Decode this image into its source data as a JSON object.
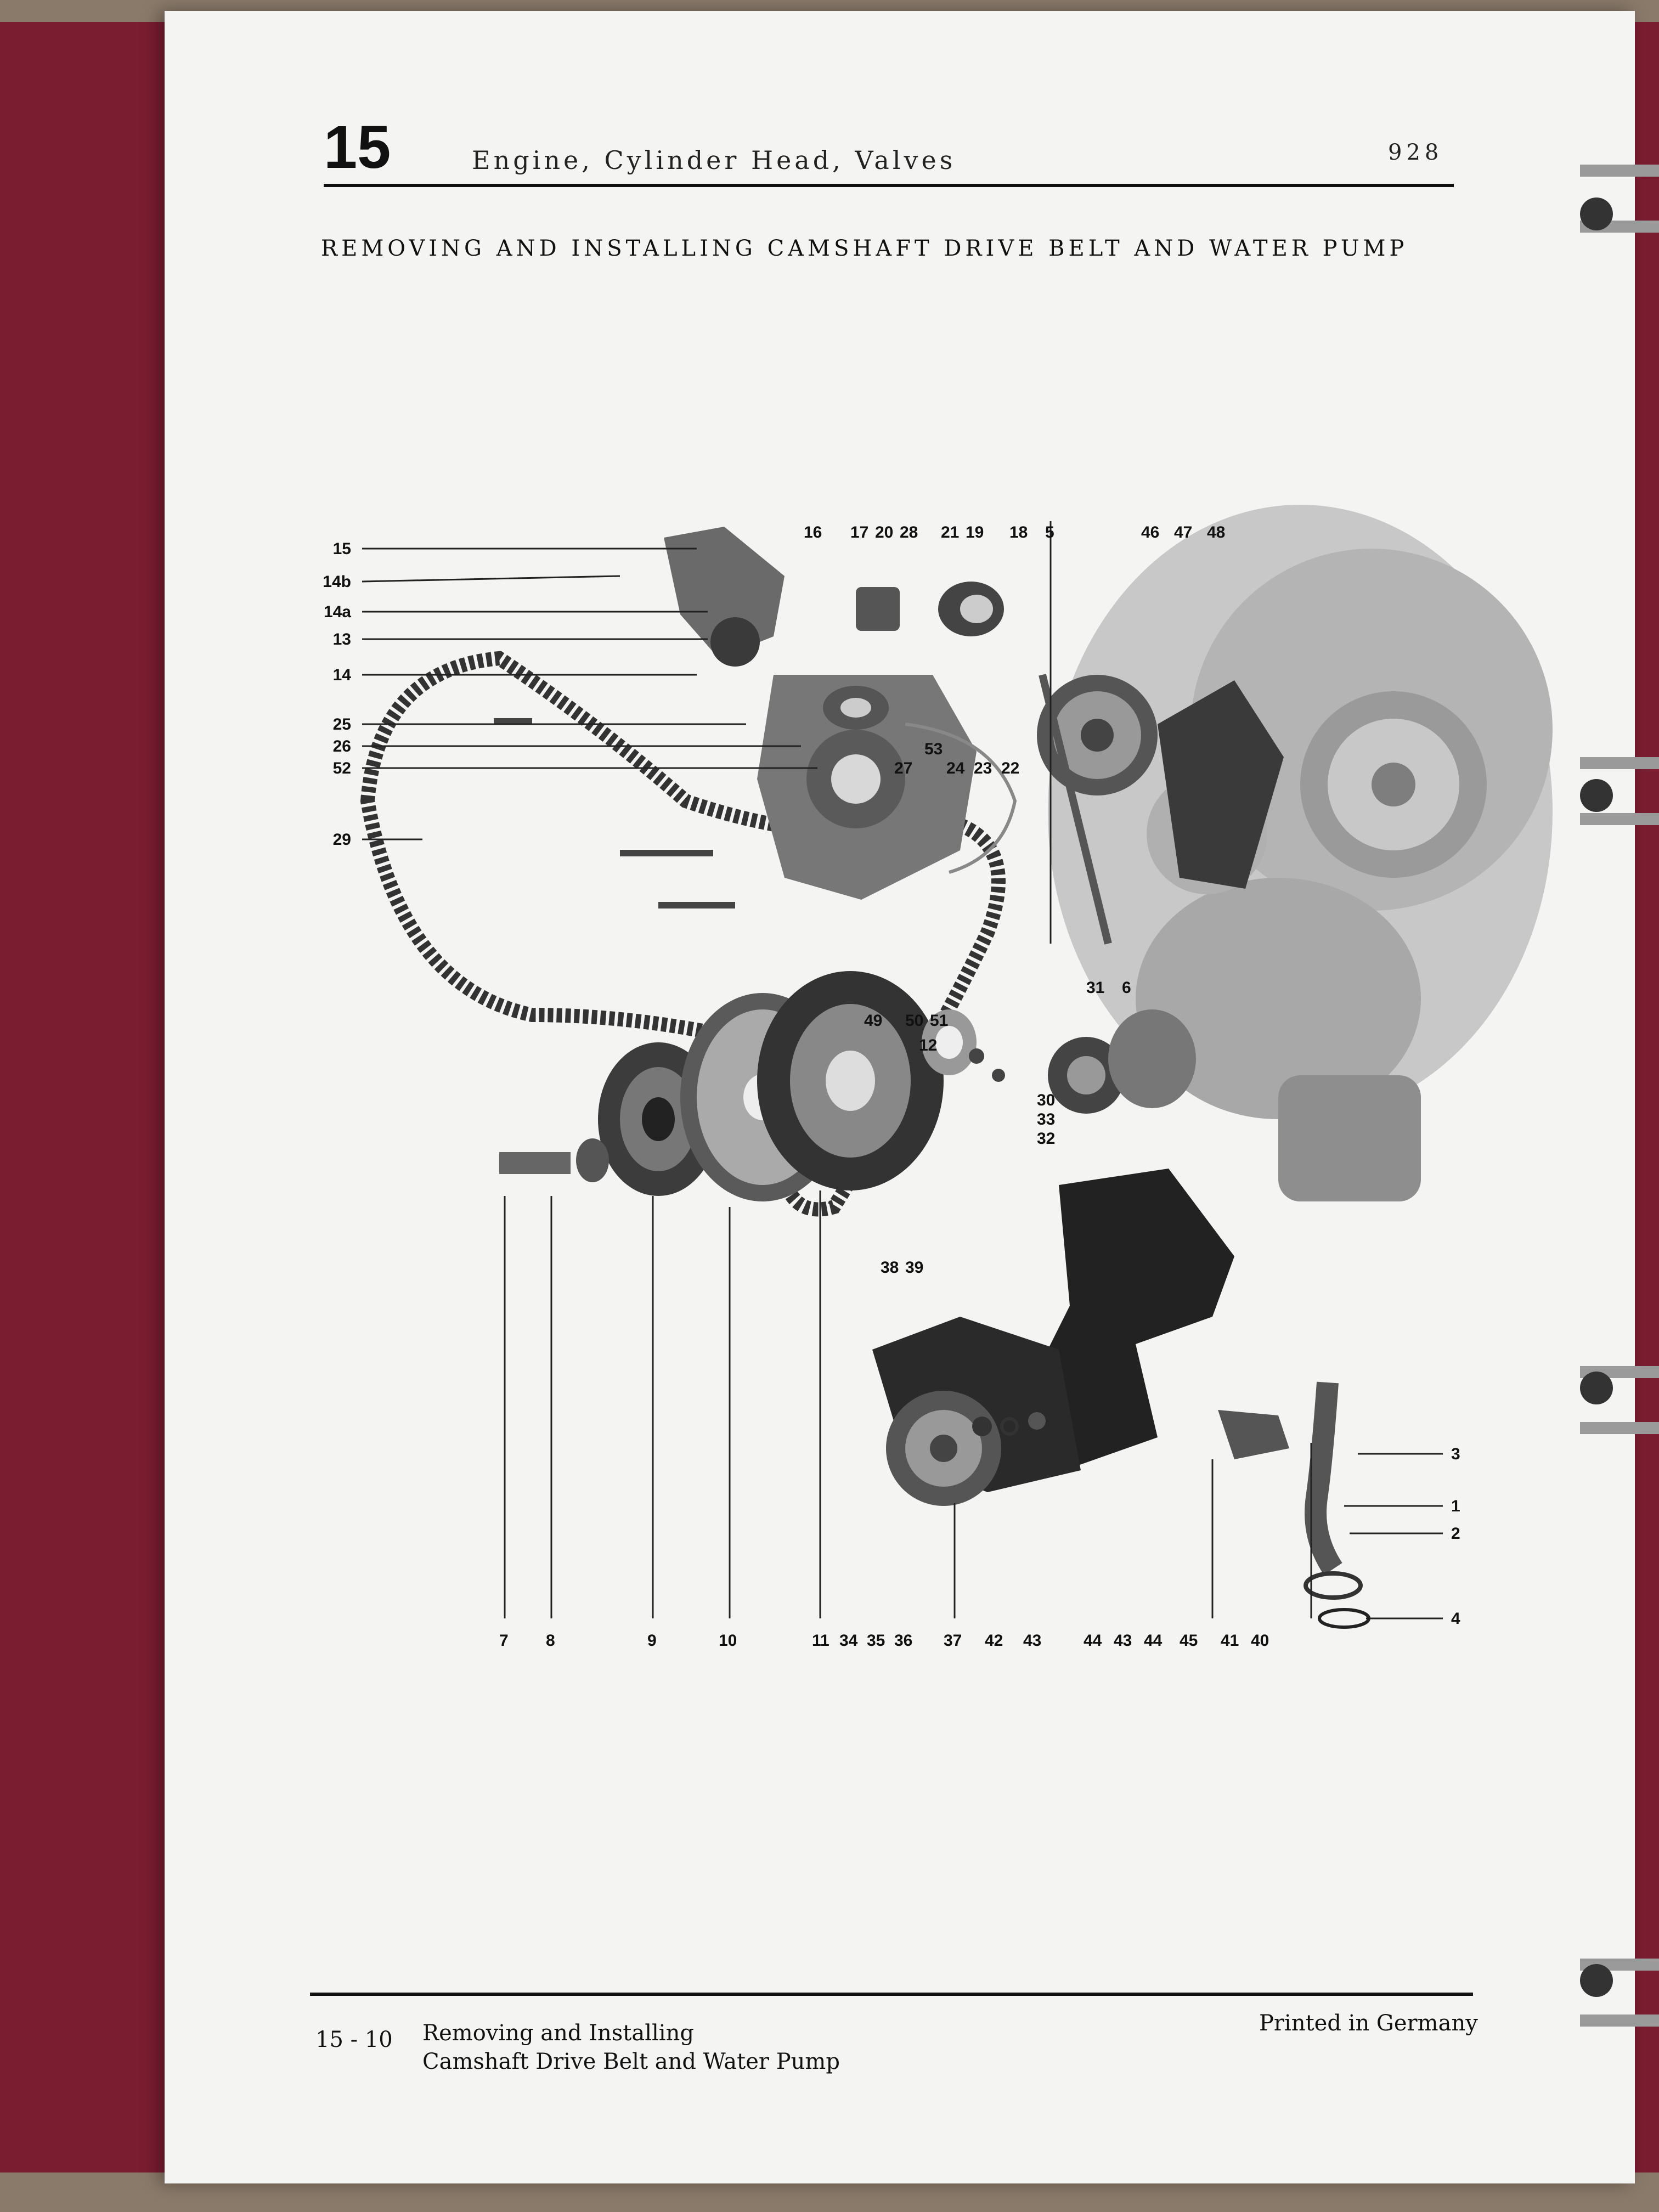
{
  "header": {
    "chapter_number": "15",
    "chapter_title": "Engine, Cylinder Head, Valves",
    "model_number": "928"
  },
  "section_heading": "REMOVING AND INSTALLING CAMSHAFT DRIVE BELT AND WATER PUMP",
  "callouts": {
    "left": [
      "15",
      "14b",
      "14a",
      "13",
      "14",
      "25",
      "26",
      "52",
      "29"
    ],
    "top": [
      "16",
      "17",
      "20",
      "28",
      "21",
      "19",
      "18",
      "5",
      "46",
      "47",
      "48"
    ],
    "middle": [
      "27",
      "24",
      "23",
      "22",
      "53",
      "49",
      "50",
      "51",
      "12",
      "31",
      "6",
      "30",
      "33",
      "32",
      "38",
      "39"
    ],
    "right": [
      "3",
      "1",
      "2",
      "4"
    ],
    "bottom": [
      "7",
      "8",
      "9",
      "10",
      "11",
      "34",
      "35",
      "36",
      "37",
      "42",
      "43",
      "44",
      "43",
      "44",
      "45",
      "41",
      "40"
    ]
  },
  "footer": {
    "page_number": "15 - 10",
    "title_line1": "Removing and Installing",
    "title_line2": "Camshaft Drive Belt and Water Pump",
    "printed": "Printed in Germany"
  },
  "colors": {
    "binder": "#7a1d31",
    "paper": "#f4f4f2",
    "ink": "#111111"
  }
}
